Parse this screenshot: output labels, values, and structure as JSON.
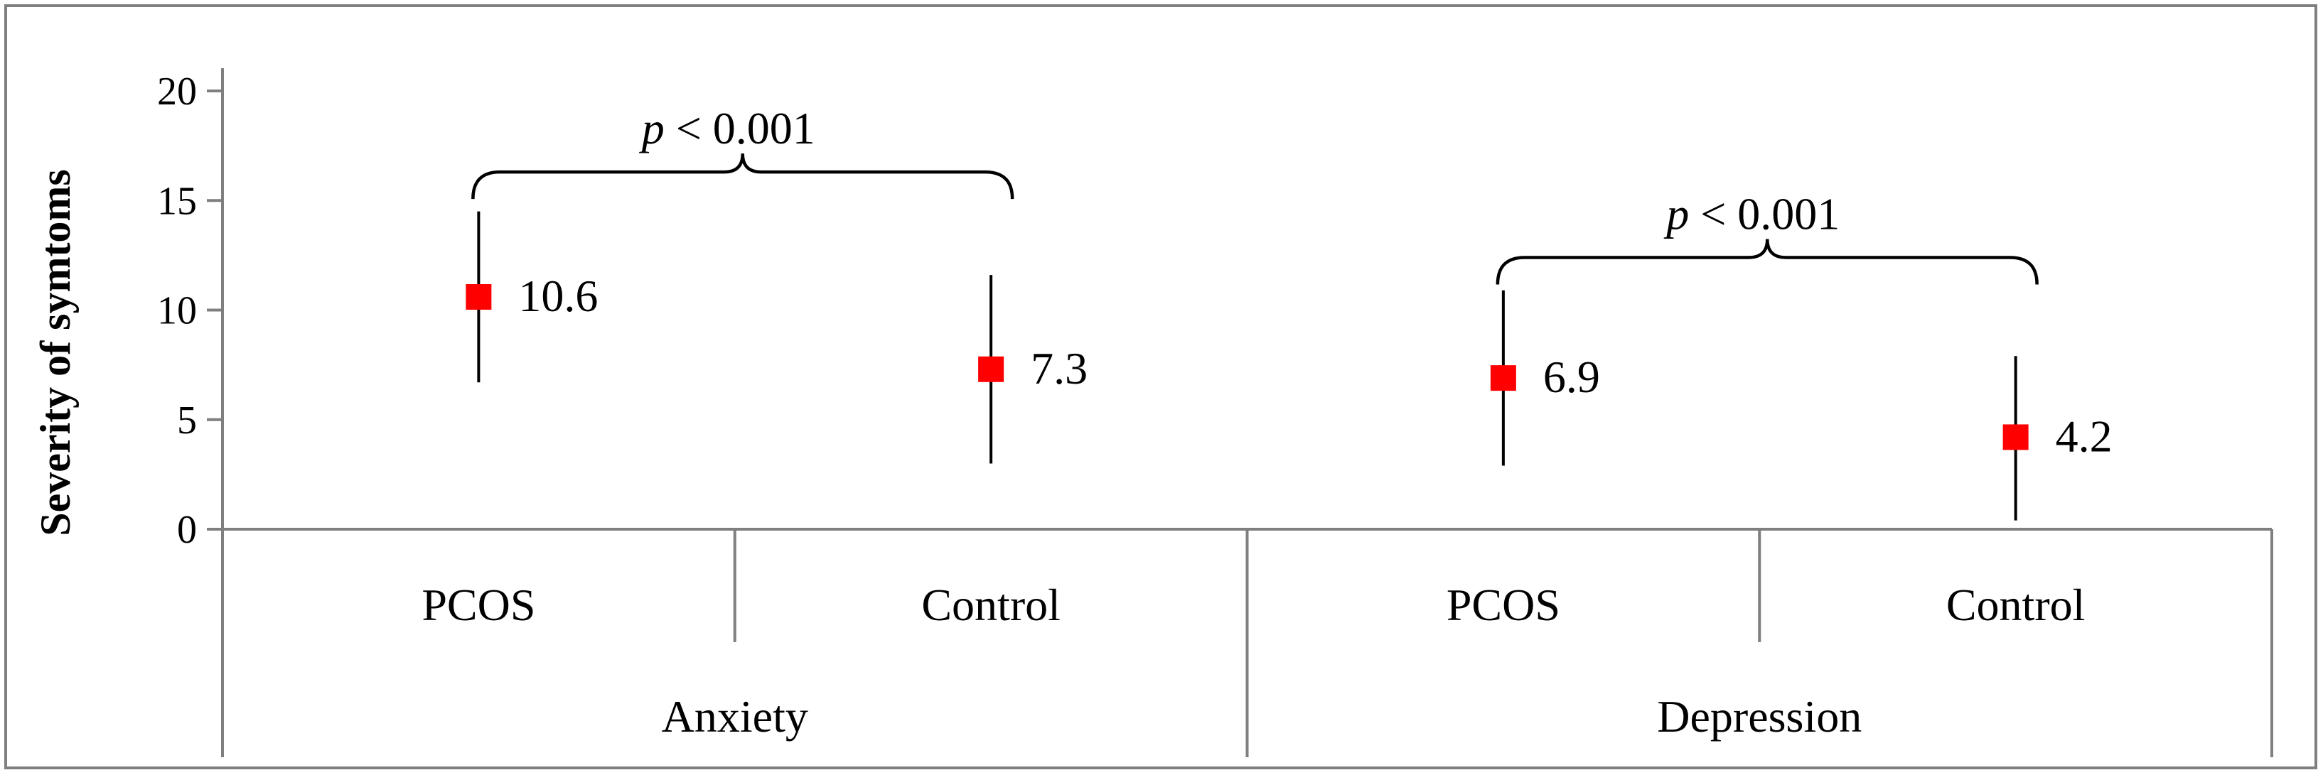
{
  "chart_data": {
    "type": "scatter",
    "ylabel": "Severity of symtoms",
    "ylim": [
      0,
      20
    ],
    "yticks": [
      0,
      5,
      10,
      15,
      20
    ],
    "groups": [
      {
        "label": "Anxiety",
        "categories": [
          "PCOS",
          "Control"
        ]
      },
      {
        "label": "Depression",
        "categories": [
          "PCOS",
          "Control"
        ]
      }
    ],
    "points": [
      {
        "group": "Anxiety",
        "category": "PCOS",
        "value": 10.6,
        "label": "10.6",
        "err_low": 6.7,
        "err_high": 14.5
      },
      {
        "group": "Anxiety",
        "category": "Control",
        "value": 7.3,
        "label": "7.3",
        "err_low": 3.0,
        "err_high": 11.6
      },
      {
        "group": "Depression",
        "category": "PCOS",
        "value": 6.9,
        "label": "6.9",
        "err_low": 2.9,
        "err_high": 10.9
      },
      {
        "group": "Depression",
        "category": "Control",
        "value": 4.2,
        "label": "4.2",
        "err_low": 0.4,
        "err_high": 7.9
      }
    ],
    "annotations": [
      {
        "group": "Anxiety",
        "p_symbol": "p",
        "p_rest": " < 0.001",
        "bracket_value": 16.3
      },
      {
        "group": "Depression",
        "p_symbol": "p",
        "p_rest": " < 0.001",
        "bracket_value": 12.4
      }
    ],
    "marker_color": "#ff0000",
    "axis_color": "#7f7f7f",
    "line_color": "#000000",
    "grid": false,
    "legend": "none"
  }
}
